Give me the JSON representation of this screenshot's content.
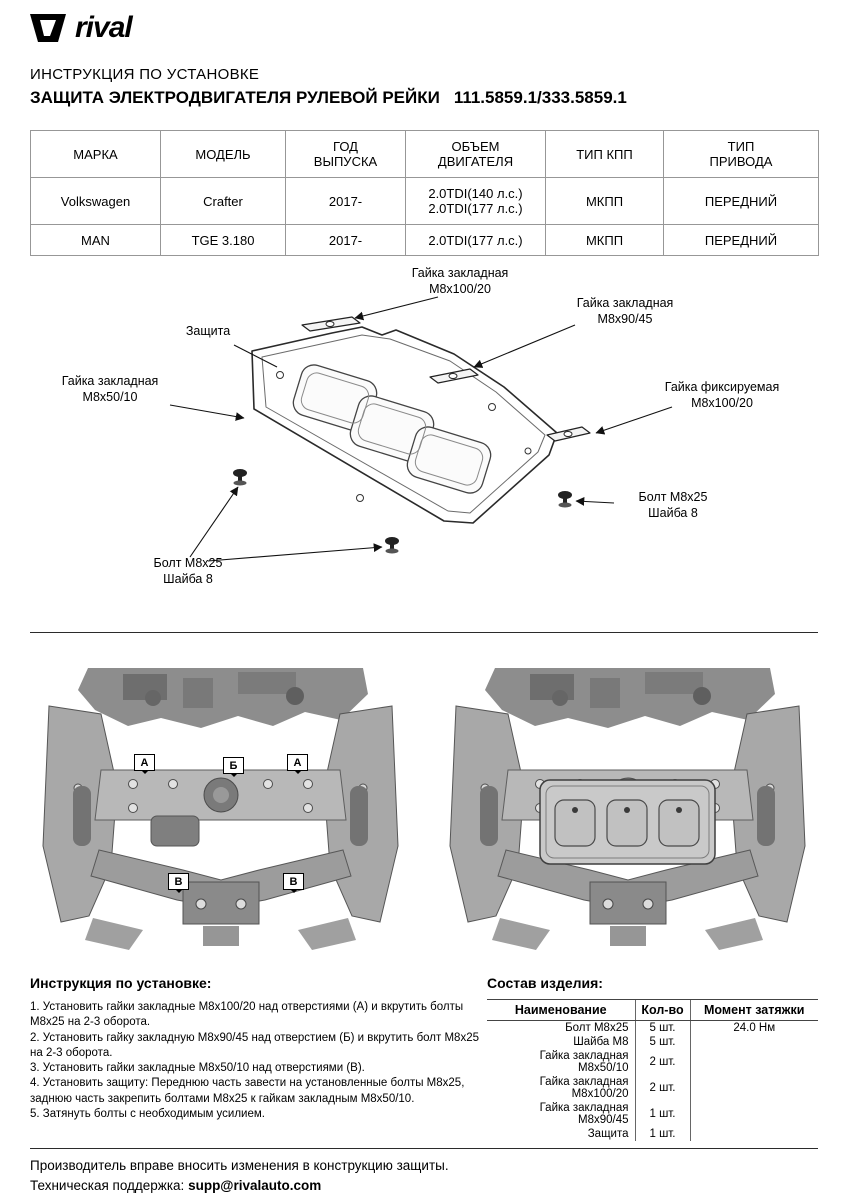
{
  "brand": {
    "logo_text": "rival"
  },
  "header": {
    "line1": "ИНСТРУКЦИЯ ПО УСТАНОВКЕ",
    "line2": "ЗАЩИТА ЭЛЕКТРОДВИГАТЕЛЯ РУЛЕВОЙ РЕЙКИ",
    "part_numbers": "111.5859.1/333.5859.1"
  },
  "spec_table": {
    "headers": [
      "МАРКА",
      "МОДЕЛЬ",
      "ГОД\nВЫПУСКА",
      "ОБЪЕМ\nДВИГАТЕЛЯ",
      "ТИП КПП",
      "ТИП\nПРИВОДА"
    ],
    "rows": [
      [
        "Volkswagen",
        "Crafter",
        "2017-",
        "2.0TDI(140 л.с.)\n2.0TDI(177 л.с.)",
        "МКПП",
        "ПЕРЕДНИЙ"
      ],
      [
        "MAN",
        "TGE 3.180",
        "2017-",
        "2.0TDI(177 л.с.)",
        "МКПП",
        "ПЕРЕДНИЙ"
      ]
    ]
  },
  "diagram": {
    "callouts": [
      {
        "id": "nut-m8x100-top",
        "label": "Гайка закладная\nМ8х100/20"
      },
      {
        "id": "nut-m8x90",
        "label": "Гайка закладная\nМ8х90/45"
      },
      {
        "id": "shield",
        "label": "Защита"
      },
      {
        "id": "nut-m8x50",
        "label": "Гайка закладная\nМ8х50/10"
      },
      {
        "id": "nut-fixed-m8x100",
        "label": "Гайка фиксируемая\nМ8х100/20"
      },
      {
        "id": "bolt-right",
        "label": "Болт М8х25\nШайба 8"
      },
      {
        "id": "bolt-left",
        "label": "Болт М8х25\nШайба 8"
      }
    ]
  },
  "photos": {
    "left": {
      "markers": [
        "А",
        "Б",
        "А",
        "В",
        "В"
      ]
    }
  },
  "install": {
    "heading": "Инструкция по установке:",
    "steps": [
      " 1. Установить гайки закладные М8х100/20 над отверстиями (А) и вкрутить болты М8х25 на 2-3 оборота.",
      " 2. Установить гайку закладную М8х90/45 над отверстием (Б) и вкрутить болт М8х25 на 2-3 оборота.",
      " 3. Установить гайки закладные М8х50/10 над отверстиями (В).",
      " 4. Установить защиту: Переднюю часть завести на установленные болты М8х25, заднюю часть закрепить болтами М8х25 к гайкам закладным М8х50/10.",
      " 5. Затянуть болты с необходимым усилием."
    ]
  },
  "parts": {
    "heading": "Состав изделия:",
    "headers": [
      "Наименование",
      "Кол-во",
      "Момент затяжки"
    ],
    "rows": [
      [
        "Болт М8х25",
        "5 шт.",
        "24.0 Нм"
      ],
      [
        "Шайба М8",
        "5 шт.",
        ""
      ],
      [
        "Гайка закладная М8х50/10",
        "2 шт.",
        ""
      ],
      [
        "Гайка закладная М8х100/20",
        "2 шт.",
        ""
      ],
      [
        "Гайка закладная М8х90/45",
        "1 шт.",
        ""
      ],
      [
        "Защита",
        "1 шт.",
        ""
      ]
    ]
  },
  "footer": {
    "line1": "Производитель вправе вносить изменения в конструкцию защиты.",
    "support_label": "Техническая поддержка:",
    "support_email": "supp@rivalauto.com"
  }
}
